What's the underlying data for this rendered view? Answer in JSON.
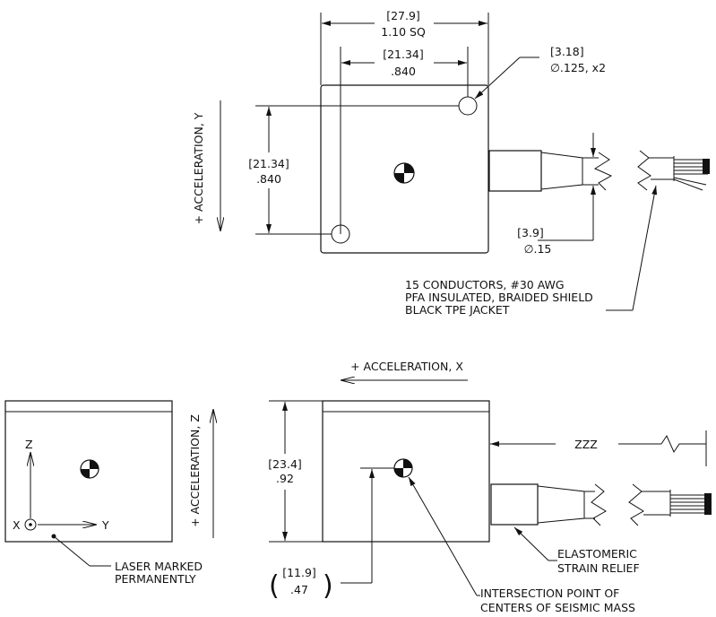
{
  "top_view": {
    "width_mm": "[27.9]",
    "width_in": "1.10  SQ",
    "hole_spacing_mm": "[21.34]",
    "hole_spacing_in": ".840",
    "hole_mm": "[3.18]",
    "hole_in": "∅.125, x2",
    "vert_spacing_mm": "[21.34]",
    "vert_spacing_in": ".840",
    "accel_y": "+ ACCELERATION, Y",
    "cable_mm": "[3.9]",
    "cable_in": "∅.15",
    "cable_note": [
      "15 CONDUCTORS, #30 AWG",
      "PFA INSULATED, BRAIDED SHIELD",
      "BLACK TPE JACKET"
    ]
  },
  "left_view": {
    "z_label": "Z",
    "x_label": "X",
    "y_label": "Y",
    "accel_z": "+ ACCELERATION, Z",
    "laser_note": [
      "LASER MARKED",
      "PERMANENTLY"
    ]
  },
  "front_view": {
    "accel_x": "+ ACCELERATION, X",
    "height_mm": "[23.4]",
    "height_in": ".92",
    "cg_mm": "[11.9]",
    "cg_in": ".47",
    "cable_length": "ZZZ",
    "strain_note": [
      "ELASTOMERIC",
      "STRAIN RELIEF"
    ],
    "mass_note": [
      "INTERSECTION POINT OF",
      "CENTERS OF SEISMIC MASS"
    ]
  }
}
